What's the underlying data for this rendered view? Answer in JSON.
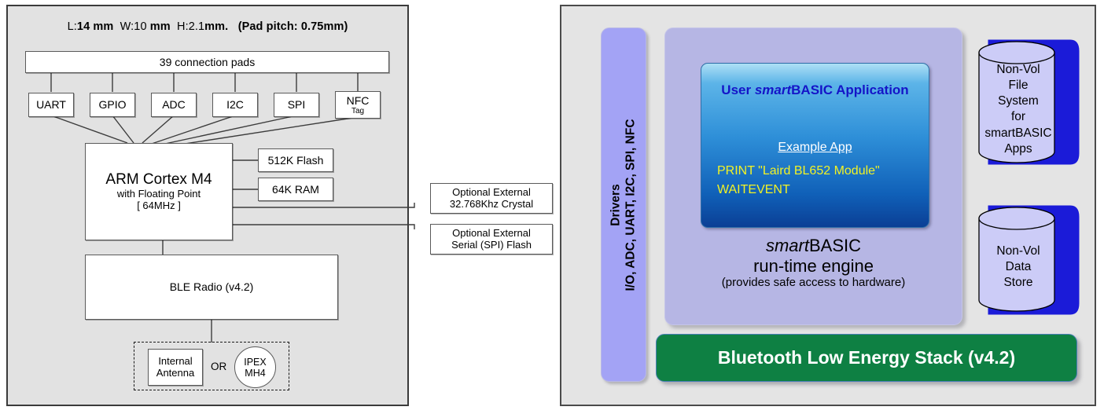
{
  "left_panel": {
    "dimensions": {
      "prefix_l": "L:",
      "l_value": "14 mm",
      "prefix_w": "W:10 ",
      "w_unit": "mm",
      "prefix_h": "H:2.1",
      "h_unit": "mm.",
      "pad_pitch_label": "(Pad pitch: ",
      "pad_pitch_value": "0.75mm",
      "pad_pitch_close": ")",
      "full_text": "L:14 mm  W:10 mm  H:2.1mm.  (Pad pitch: 0.75mm)"
    },
    "pads_box": "39 connection pads",
    "peripherals": [
      {
        "label": "UART",
        "sub": ""
      },
      {
        "label": "GPIO",
        "sub": ""
      },
      {
        "label": "ADC",
        "sub": ""
      },
      {
        "label": "I2C",
        "sub": ""
      },
      {
        "label": "SPI",
        "sub": ""
      },
      {
        "label": "NFC",
        "sub": "Tag"
      }
    ],
    "cpu": {
      "line1": "ARM Cortex M4",
      "line2": "with Floating Point",
      "line3": "[ 64MHz ]"
    },
    "memories": [
      {
        "label": "512K Flash"
      },
      {
        "label": "64K RAM"
      }
    ],
    "optional_external": [
      {
        "line1": "Optional External",
        "line2": "32.768Khz Crystal"
      },
      {
        "line1": "Optional External",
        "line2": "Serial (SPI) Flash"
      }
    ],
    "radio": "BLE Radio (v4.2)",
    "antenna": {
      "internal_line1": "Internal",
      "internal_line2": "Antenna",
      "or": "OR",
      "ipex_line1": "IPEX",
      "ipex_line2": "MH4"
    }
  },
  "right_panel": {
    "drivers": {
      "line1": "Drivers",
      "line2": "I/O, ADC, UART, I2C, SPI, NFC"
    },
    "app_box": {
      "title_prefix": "User ",
      "title_italic": "smart",
      "title_suffix": "BASIC Application",
      "example_heading": "Example App",
      "code": [
        "PRINT \"Laird BL652 Module\"",
        "WAITEVENT"
      ]
    },
    "engine": {
      "line1_italic": "smart",
      "line1_rest": "BASIC",
      "line2": "run-time engine",
      "line3": "(provides safe access to hardware)"
    },
    "ble_stack": "Bluetooth Low Energy Stack (v4.2)",
    "cylinders": [
      {
        "lines": [
          "Non-Vol",
          "File",
          "System",
          "for",
          "smartBASIC",
          "Apps"
        ]
      },
      {
        "lines": [
          "Non-Vol",
          "Data",
          "Store"
        ]
      }
    ]
  },
  "colors": {
    "panel_bg": "#e2e2e2",
    "drivers_purple": "#a3a3f5",
    "engine_purple": "#b6b6e4",
    "stack_green": "#0e8043",
    "cylinder_fill": "#ccccf7",
    "cylinder_shadow": "#1b1bd8",
    "app_title_blue": "#1414c8",
    "code_yellow": "#f2f224"
  }
}
